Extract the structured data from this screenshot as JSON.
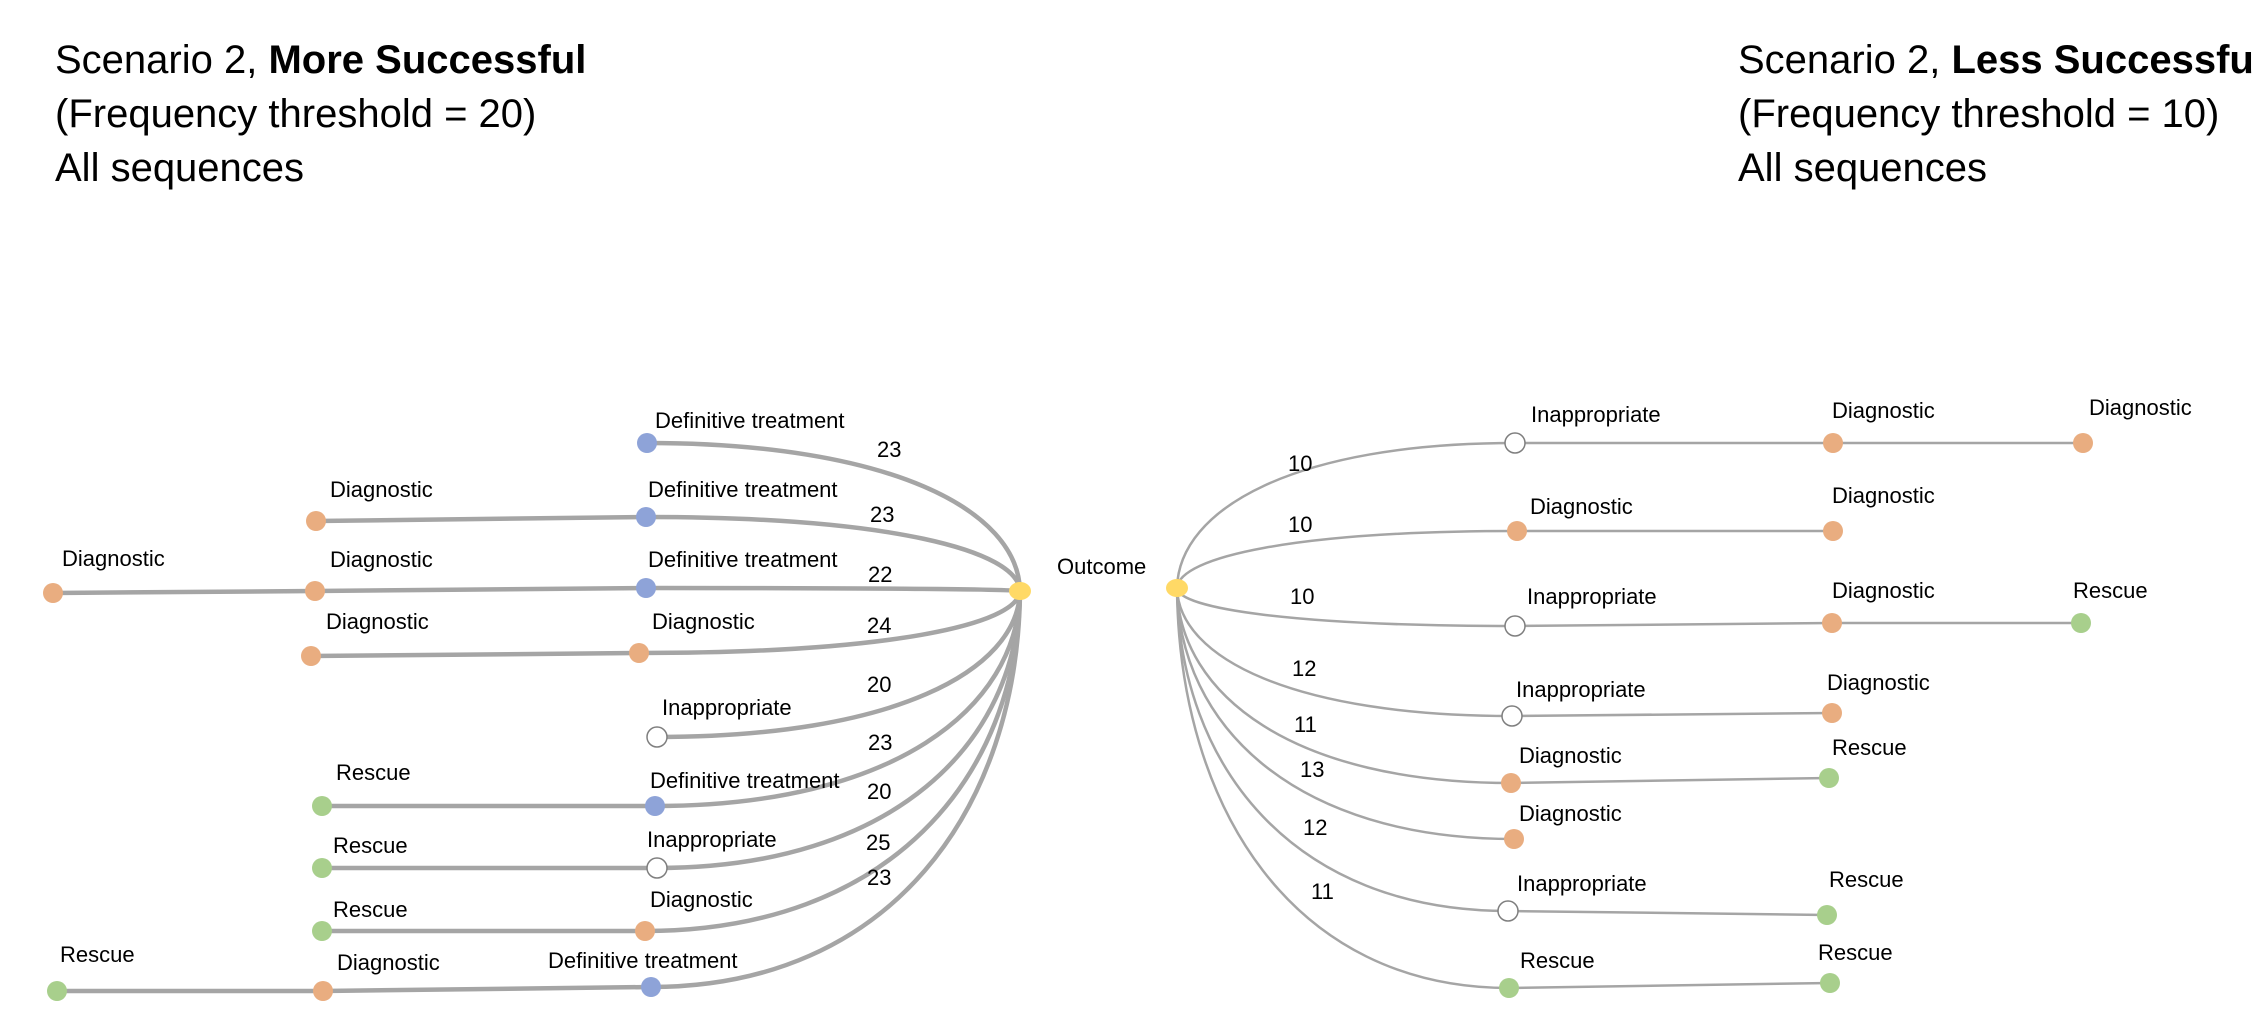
{
  "colors": {
    "Diagnostic": "#e9ad80",
    "Definitive treatment": "#8ea3d8",
    "Inappropriate": "#ffffff",
    "Rescue": "#a8cf8c",
    "Outcome": "#ffd966",
    "edge": "#a5a5a5",
    "stroke": "#8c8c8c"
  },
  "left": {
    "title_prefix": "Scenario 2, ",
    "title_bold": "More Successful",
    "threshold": "(Frequency threshold = 20)",
    "subtitle": "All sequences",
    "counts": [
      {
        "count": "23"
      },
      {
        "count": "23"
      },
      {
        "count": "22"
      },
      {
        "count": "24"
      },
      {
        "count": "20"
      },
      {
        "count": "23"
      },
      {
        "count": "20"
      },
      {
        "count": "25"
      },
      {
        "count": "23"
      }
    ],
    "paths": [
      {
        "nodes": [
          "Definitive treatment"
        ]
      },
      {
        "nodes": [
          "Definitive treatment",
          "Diagnostic"
        ]
      },
      {
        "nodes": [
          "Definitive treatment",
          "Diagnostic",
          "Diagnostic"
        ]
      },
      {
        "nodes": [
          "Diagnostic",
          "Diagnostic"
        ]
      },
      {
        "nodes": [
          "Inappropriate"
        ]
      },
      {
        "nodes": [
          "Definitive treatment",
          "Rescue"
        ]
      },
      {
        "nodes": [
          "Inappropriate",
          "Rescue"
        ]
      },
      {
        "nodes": [
          "Diagnostic",
          "Rescue"
        ]
      },
      {
        "nodes": [
          "Definitive treatment",
          "Diagnostic",
          "Rescue"
        ]
      }
    ]
  },
  "outcome_label": "Outcome",
  "right": {
    "title_prefix": "Scenario 2, ",
    "title_bold": "Less Successful",
    "threshold": "(Frequency threshold = 10)",
    "subtitle": "All sequences",
    "counts": [
      {
        "count": "10"
      },
      {
        "count": "10"
      },
      {
        "count": "10"
      },
      {
        "count": "12"
      },
      {
        "count": "11"
      },
      {
        "count": "13"
      },
      {
        "count": "12"
      },
      {
        "count": "11"
      }
    ],
    "paths": [
      {
        "nodes": [
          "Inappropriate",
          "Diagnostic",
          "Diagnostic"
        ]
      },
      {
        "nodes": [
          "Diagnostic",
          "Diagnostic"
        ]
      },
      {
        "nodes": [
          "Inappropriate",
          "Diagnostic",
          "Rescue"
        ]
      },
      {
        "nodes": [
          "Inappropriate",
          "Diagnostic"
        ]
      },
      {
        "nodes": [
          "Diagnostic",
          "Rescue"
        ]
      },
      {
        "nodes": [
          "Diagnostic"
        ]
      },
      {
        "nodes": [
          "Inappropriate",
          "Rescue"
        ]
      },
      {
        "nodes": [
          "Rescue",
          "Rescue"
        ]
      }
    ]
  }
}
